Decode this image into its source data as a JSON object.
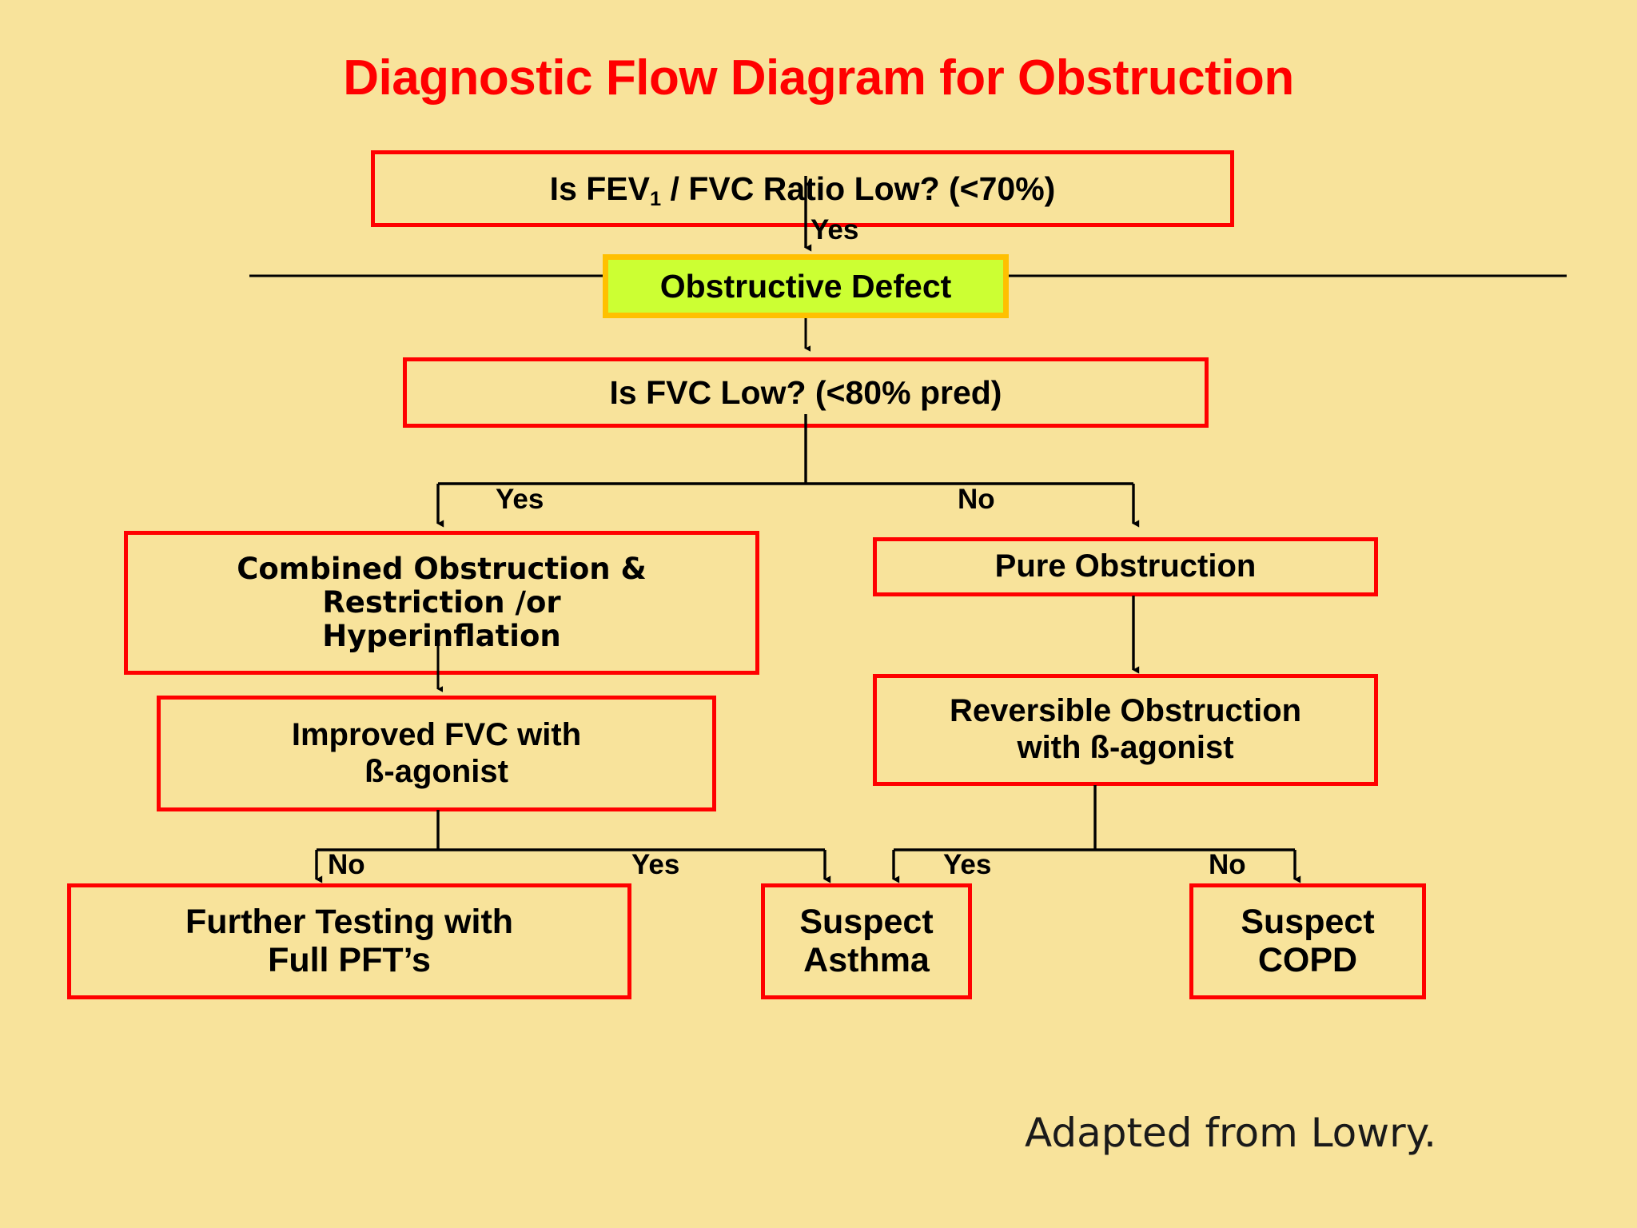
{
  "title": "Diagnostic Flow Diagram for Obstruction",
  "attribution": "Adapted from Lowry.",
  "colors": {
    "background": "#F8E39B",
    "title": "#FF0000",
    "box_border": "#FF0000",
    "highlight_fill": "#CCFF33",
    "highlight_border": "#FFC000",
    "connector": "#000000",
    "text": "#000000"
  },
  "nodes": {
    "fev_ratio": {
      "text_pre": "Is FEV",
      "subscript": "1",
      "text_post": " / FVC Ratio Low? (<70%)"
    },
    "obstructive_defect": {
      "label": "Obstructive Defect"
    },
    "fvc_low": {
      "label": "Is FVC Low? (<80% pred)"
    },
    "combined": {
      "line1": "Combined Obstruction &",
      "line2": "Restriction /or",
      "line3": "Hyperinflation"
    },
    "pure_obstruction": {
      "label": "Pure Obstruction"
    },
    "improved_fvc": {
      "line1": "Improved FVC with",
      "line2": "ß-agonist"
    },
    "reversible": {
      "line1": "Reversible Obstruction",
      "line2": "with ß-agonist"
    },
    "further_testing": {
      "line1": "Further Testing with",
      "line2": "Full PFT’s"
    },
    "suspect_asthma": {
      "line1": "Suspect",
      "line2": "Asthma"
    },
    "suspect_copd": {
      "line1": "Suspect",
      "line2": "COPD"
    }
  },
  "edges": {
    "fev_to_defect": "Yes",
    "fvc_yes": "Yes",
    "fvc_no": "No",
    "improved_no": "No",
    "improved_yes": "Yes",
    "reversible_yes": "Yes",
    "reversible_no": "No"
  }
}
